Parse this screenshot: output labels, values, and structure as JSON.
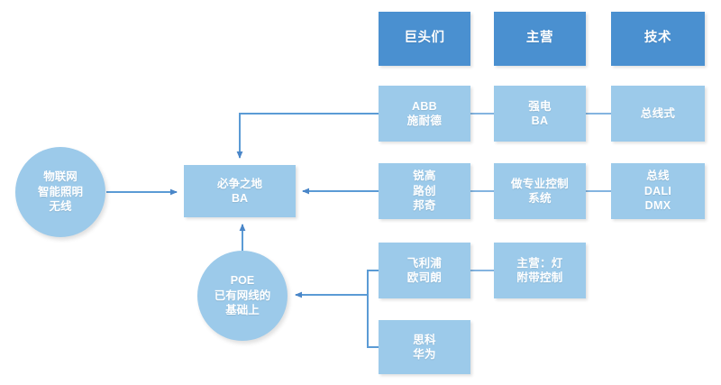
{
  "diagram": {
    "title_row": {
      "columns": [
        {
          "id": "col-giants",
          "label": "巨头们"
        },
        {
          "id": "col-main-business",
          "label": "主营"
        },
        {
          "id": "col-technology",
          "label": "技术"
        }
      ]
    },
    "left_nodes": [
      {
        "id": "iot-circle",
        "label": "物联网\n智能照明\n无线"
      },
      {
        "id": "ba-hub",
        "label": "必争之地\nBA"
      },
      {
        "id": "poe-circle",
        "label": "POE\n已有网线的\n基础上"
      }
    ],
    "rows": [
      {
        "id": "row-abb",
        "giants": "ABB\n施耐德",
        "main_business": "强电\nBA",
        "technology": "总线式"
      },
      {
        "id": "row-ruigao",
        "giants": "锐高\n路创\n邦奇",
        "main_business": "做专业控制\n系统",
        "technology": "总线\nDALI\nDMX"
      },
      {
        "id": "row-philips",
        "giants": "飞利浦\n欧司朗",
        "main_business": "主营：灯\n附带控制",
        "technology": ""
      },
      {
        "id": "row-cisco",
        "giants": "思科\n华为",
        "main_business": "",
        "technology": ""
      }
    ],
    "colors": {
      "header_fill": "#4a90d0",
      "cell_fill": "#9ccaea",
      "connector": "#5b9bd5",
      "background": "#ffffff",
      "text": "#ffffff"
    }
  }
}
